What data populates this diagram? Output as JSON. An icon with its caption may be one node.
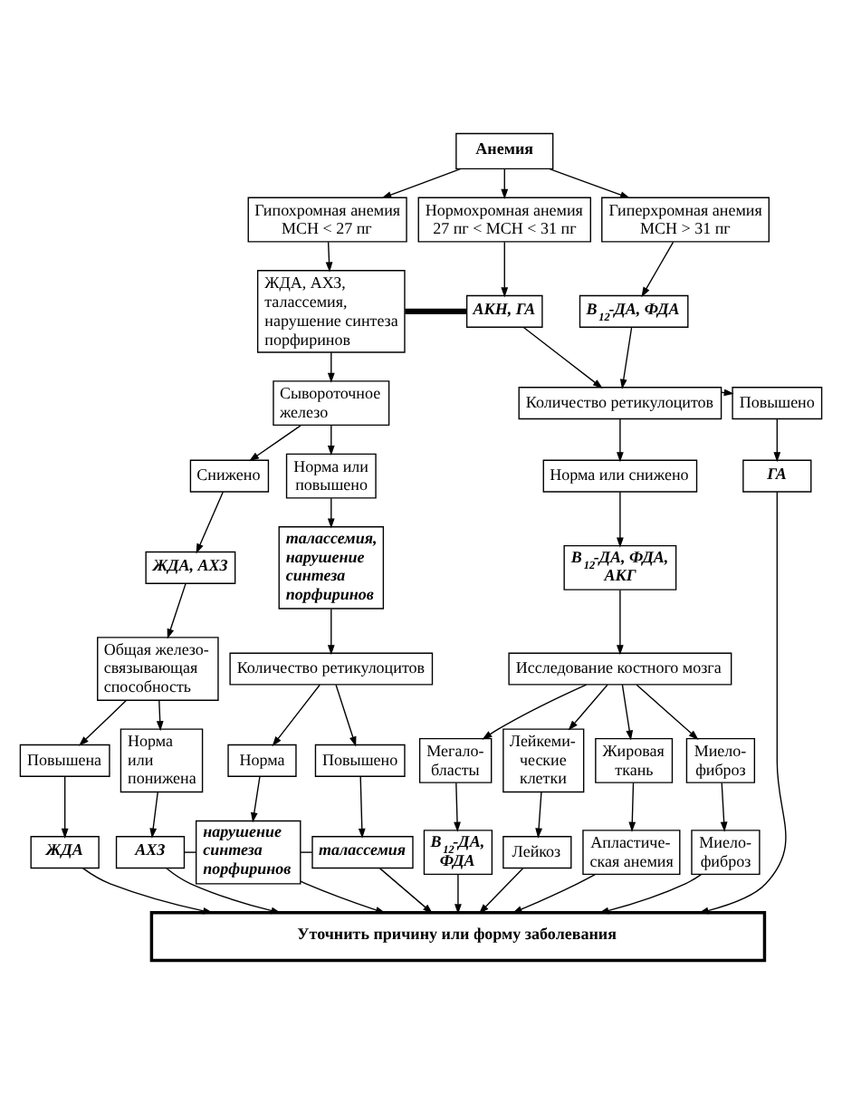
{
  "diagram": {
    "nodes": [
      {
        "text": [
          "Анемия"
        ]
      },
      {
        "text": [
          "Гипохромная анемия МСН < 27 пг"
        ]
      },
      {
        "text": [
          "Нормохромная анемия 27 пг < МСН < 31 пг"
        ]
      },
      {
        "text": [
          "Гиперхромная анемия МСН > 31 пг"
        ]
      },
      {
        "text": [
          "ЖДА, АХЗ, талассемия, нарушение синтеза порфиринов"
        ]
      },
      {
        "text": [
          "АКН, ГА"
        ]
      },
      {
        "text": [
          "B$_{12}$-ДА, ФДА"
        ]
      },
      {
        "text": [
          "Сывороточное железо"
        ]
      },
      {
        "text": [
          "Повышено"
        ]
      },
      {
        "text": [
          "Количество ретикулоцитов"
        ]
      },
      {
        "text": [
          "Снижено"
        ]
      },
      {
        "text": [
          "Норма или повышено"
        ]
      },
      {
        "text": [
          "ГА"
        ]
      },
      {
        "text": [
          "Норма или снижено"
        ]
      },
      {
        "text": [
          "ЖДА, АХЗ"
        ]
      },
      {
        "text": [
          "талассемия, нарушение синтеза порфиринов"
        ]
      },
      {
        "text": [
          "B$_{12}$-ДА, ФДА, АКГ"
        ]
      },
      {
        "text": [
          "Общая железо- связывающая способность"
        ]
      },
      {
        "text": [
          "Количество ретикулоцитов"
        ]
      },
      {
        "text": [
          "Исследование костного мозга"
        ]
      },
      {
        "text": [
          "Повышена"
        ]
      },
      {
        "text": [
          "Норма или понижена"
        ]
      },
      {
        "text": [
          "Норма"
        ]
      },
      {
        "text": [
          "Повышено"
        ]
      },
      {
        "text": [
          "Мегало- бласты"
        ]
      },
      {
        "text": [
          "Лейкеми- ческие клетки"
        ]
      },
      {
        "text": [
          "Жировая ткань"
        ]
      },
      {
        "text": [
          "Миело- фиброз"
        ]
      },
      {
        "text": [
          "ЖДА"
        ]
      },
      {
        "text": [
          "АХЗ"
        ]
      },
      {
        "text": [
          "нарушение синтеза порфиринов"
        ]
      },
      {
        "text": [
          "талассемия"
        ]
      },
      {
        "text": [
          "B$_{12}$-ДА, ФДА"
        ]
      },
      {
        "text": [
          "Лейкоз"
        ]
      },
      {
        "text": [
          "Апластиче- ская анемия"
        ]
      },
      {
        "text": [
          "Миело- фиброз"
        ]
      },
      {
        "text": [
          "Уточнить причину или форму заболевания"
        ]
      }
    ],
    "edges": [
      {
        "from": 0,
        "to": 1,
        "arrow": "to"
      },
      {
        "from": 0,
        "to": 2,
        "arrow": "to"
      },
      {
        "from": 0,
        "to": 3,
        "arrow": "to"
      },
      {
        "from": 1,
        "to": 4,
        "arrow": "to"
      },
      {
        "from": 2,
        "to": 5,
        "arrow": "to"
      },
      {
        "from": 3,
        "to": 6,
        "arrow": "to"
      },
      {
        "from": 4,
        "to": 5,
        "arrow": "none",
        "style": "thick"
      },
      {
        "from": 5,
        "to": 9,
        "arrow": "to"
      },
      {
        "from": 6,
        "to": 9,
        "arrow": "to"
      },
      {
        "from": 4,
        "to": 7,
        "arrow": "to"
      },
      {
        "from": 9,
        "to": 8,
        "arrow": "to"
      },
      {
        "from": 7,
        "to": 10,
        "arrow": "to"
      },
      {
        "from": 7,
        "to": 11,
        "arrow": "to"
      },
      {
        "from": 8,
        "to": 12,
        "arrow": "to"
      },
      {
        "from": 9,
        "to": 13,
        "arrow": "to"
      },
      {
        "from": 10,
        "to": 14,
        "arrow": "to"
      },
      {
        "from": 11,
        "to": 15,
        "arrow": "to"
      },
      {
        "from": 13,
        "to": 16,
        "arrow": "to"
      },
      {
        "from": 14,
        "to": 17,
        "arrow": "to"
      },
      {
        "from": 15,
        "to": 18,
        "arrow": "to"
      },
      {
        "from": 16,
        "to": 19,
        "arrow": "to"
      },
      {
        "from": 17,
        "to": 20,
        "arrow": "to"
      },
      {
        "from": 17,
        "to": 21,
        "arrow": "to"
      },
      {
        "from": 18,
        "to": 22,
        "arrow": "to"
      },
      {
        "from": 18,
        "to": 23,
        "arrow": "to"
      },
      {
        "from": 19,
        "to": 24,
        "arrow": "to"
      },
      {
        "from": 19,
        "to": 25,
        "arrow": "to"
      },
      {
        "from": 19,
        "to": 26,
        "arrow": "to"
      },
      {
        "from": 19,
        "to": 27,
        "arrow": "to"
      },
      {
        "from": 20,
        "to": 28,
        "arrow": "to"
      },
      {
        "from": 21,
        "to": 29,
        "arrow": "to"
      },
      {
        "from": 22,
        "to": 30,
        "arrow": "to"
      },
      {
        "from": 23,
        "to": 31,
        "arrow": "to"
      },
      {
        "from": 24,
        "to": 32,
        "arrow": "to"
      },
      {
        "from": 25,
        "to": 33,
        "arrow": "to"
      },
      {
        "from": 26,
        "to": 34,
        "arrow": "to"
      },
      {
        "from": 27,
        "to": 35,
        "arrow": "to"
      },
      {
        "from": 29,
        "to": 30,
        "arrow": "none"
      },
      {
        "from": 30,
        "to": 31,
        "arrow": "none"
      },
      {
        "from": 12,
        "to": 36,
        "arrow": "to"
      },
      {
        "from": 28,
        "to": 36,
        "arrow": "to"
      },
      {
        "from": 29,
        "to": 36,
        "arrow": "to"
      },
      {
        "from": 30,
        "to": 36,
        "arrow": "to"
      },
      {
        "from": 31,
        "to": 36,
        "arrow": "to"
      },
      {
        "from": 32,
        "to": 36,
        "arrow": "to"
      },
      {
        "from": 33,
        "to": 36,
        "arrow": "to"
      },
      {
        "from": 34,
        "to": 36,
        "arrow": "to"
      },
      {
        "from": 35,
        "to": 36,
        "arrow": "to"
      }
    ]
  }
}
